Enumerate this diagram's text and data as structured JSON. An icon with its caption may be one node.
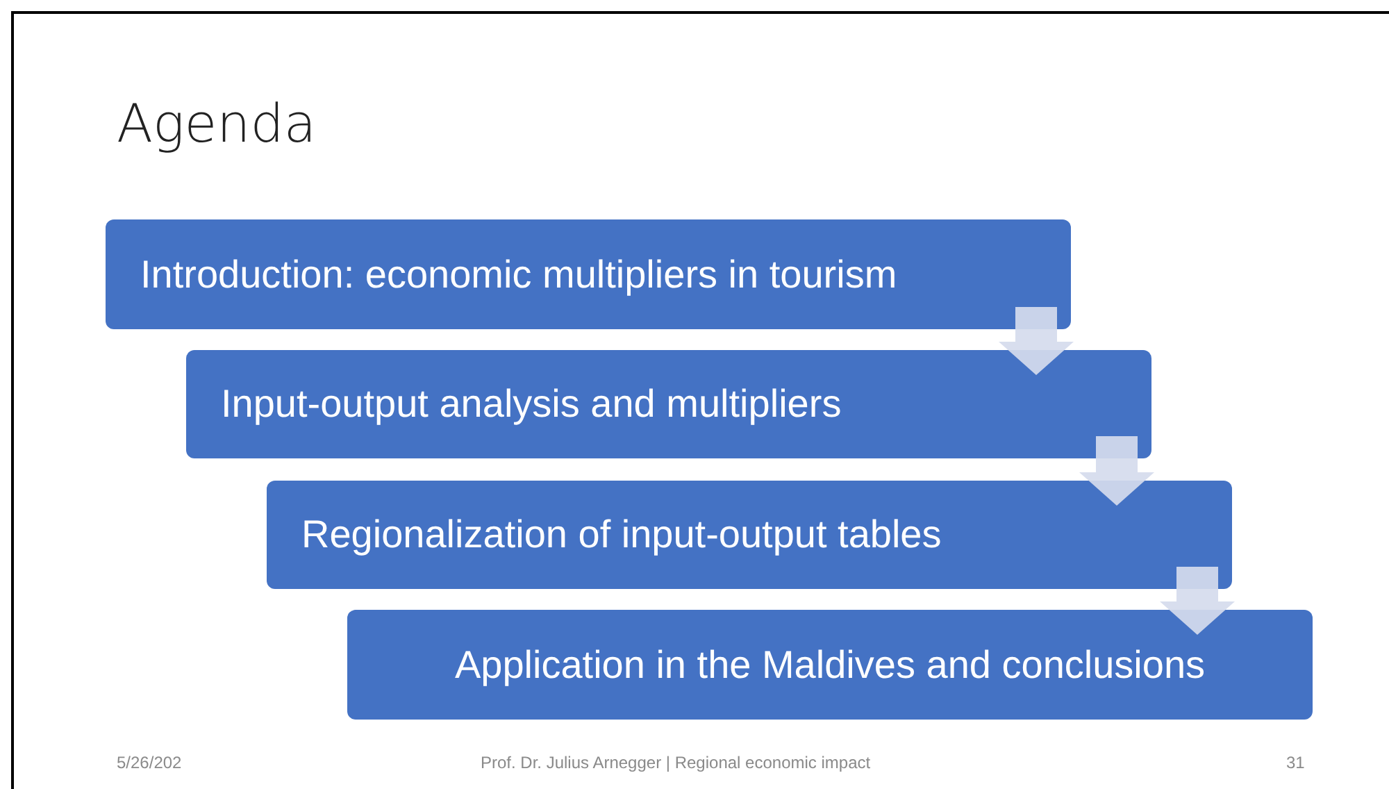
{
  "diagram": {
    "title": "Agenda",
    "nodes": [
      {
        "text": [
          "Introduction: economic multipliers in tourism"
        ]
      },
      {
        "text": [
          "Input-output analysis and multipliers"
        ]
      },
      {
        "text": [
          "Regionalization of input-output tables"
        ]
      },
      {
        "text": [
          "Application in the Maldives and conclusions"
        ]
      }
    ],
    "edges": [
      {
        "from": 0,
        "to": 1,
        "arrow": "to"
      },
      {
        "from": 1,
        "to": 2,
        "arrow": "to"
      },
      {
        "from": 2,
        "to": 3,
        "arrow": "to"
      }
    ],
    "labels": [
      "5/26/202",
      "Prof. Dr. Julius Arnegger | Regional economic impact",
      "31"
    ]
  }
}
